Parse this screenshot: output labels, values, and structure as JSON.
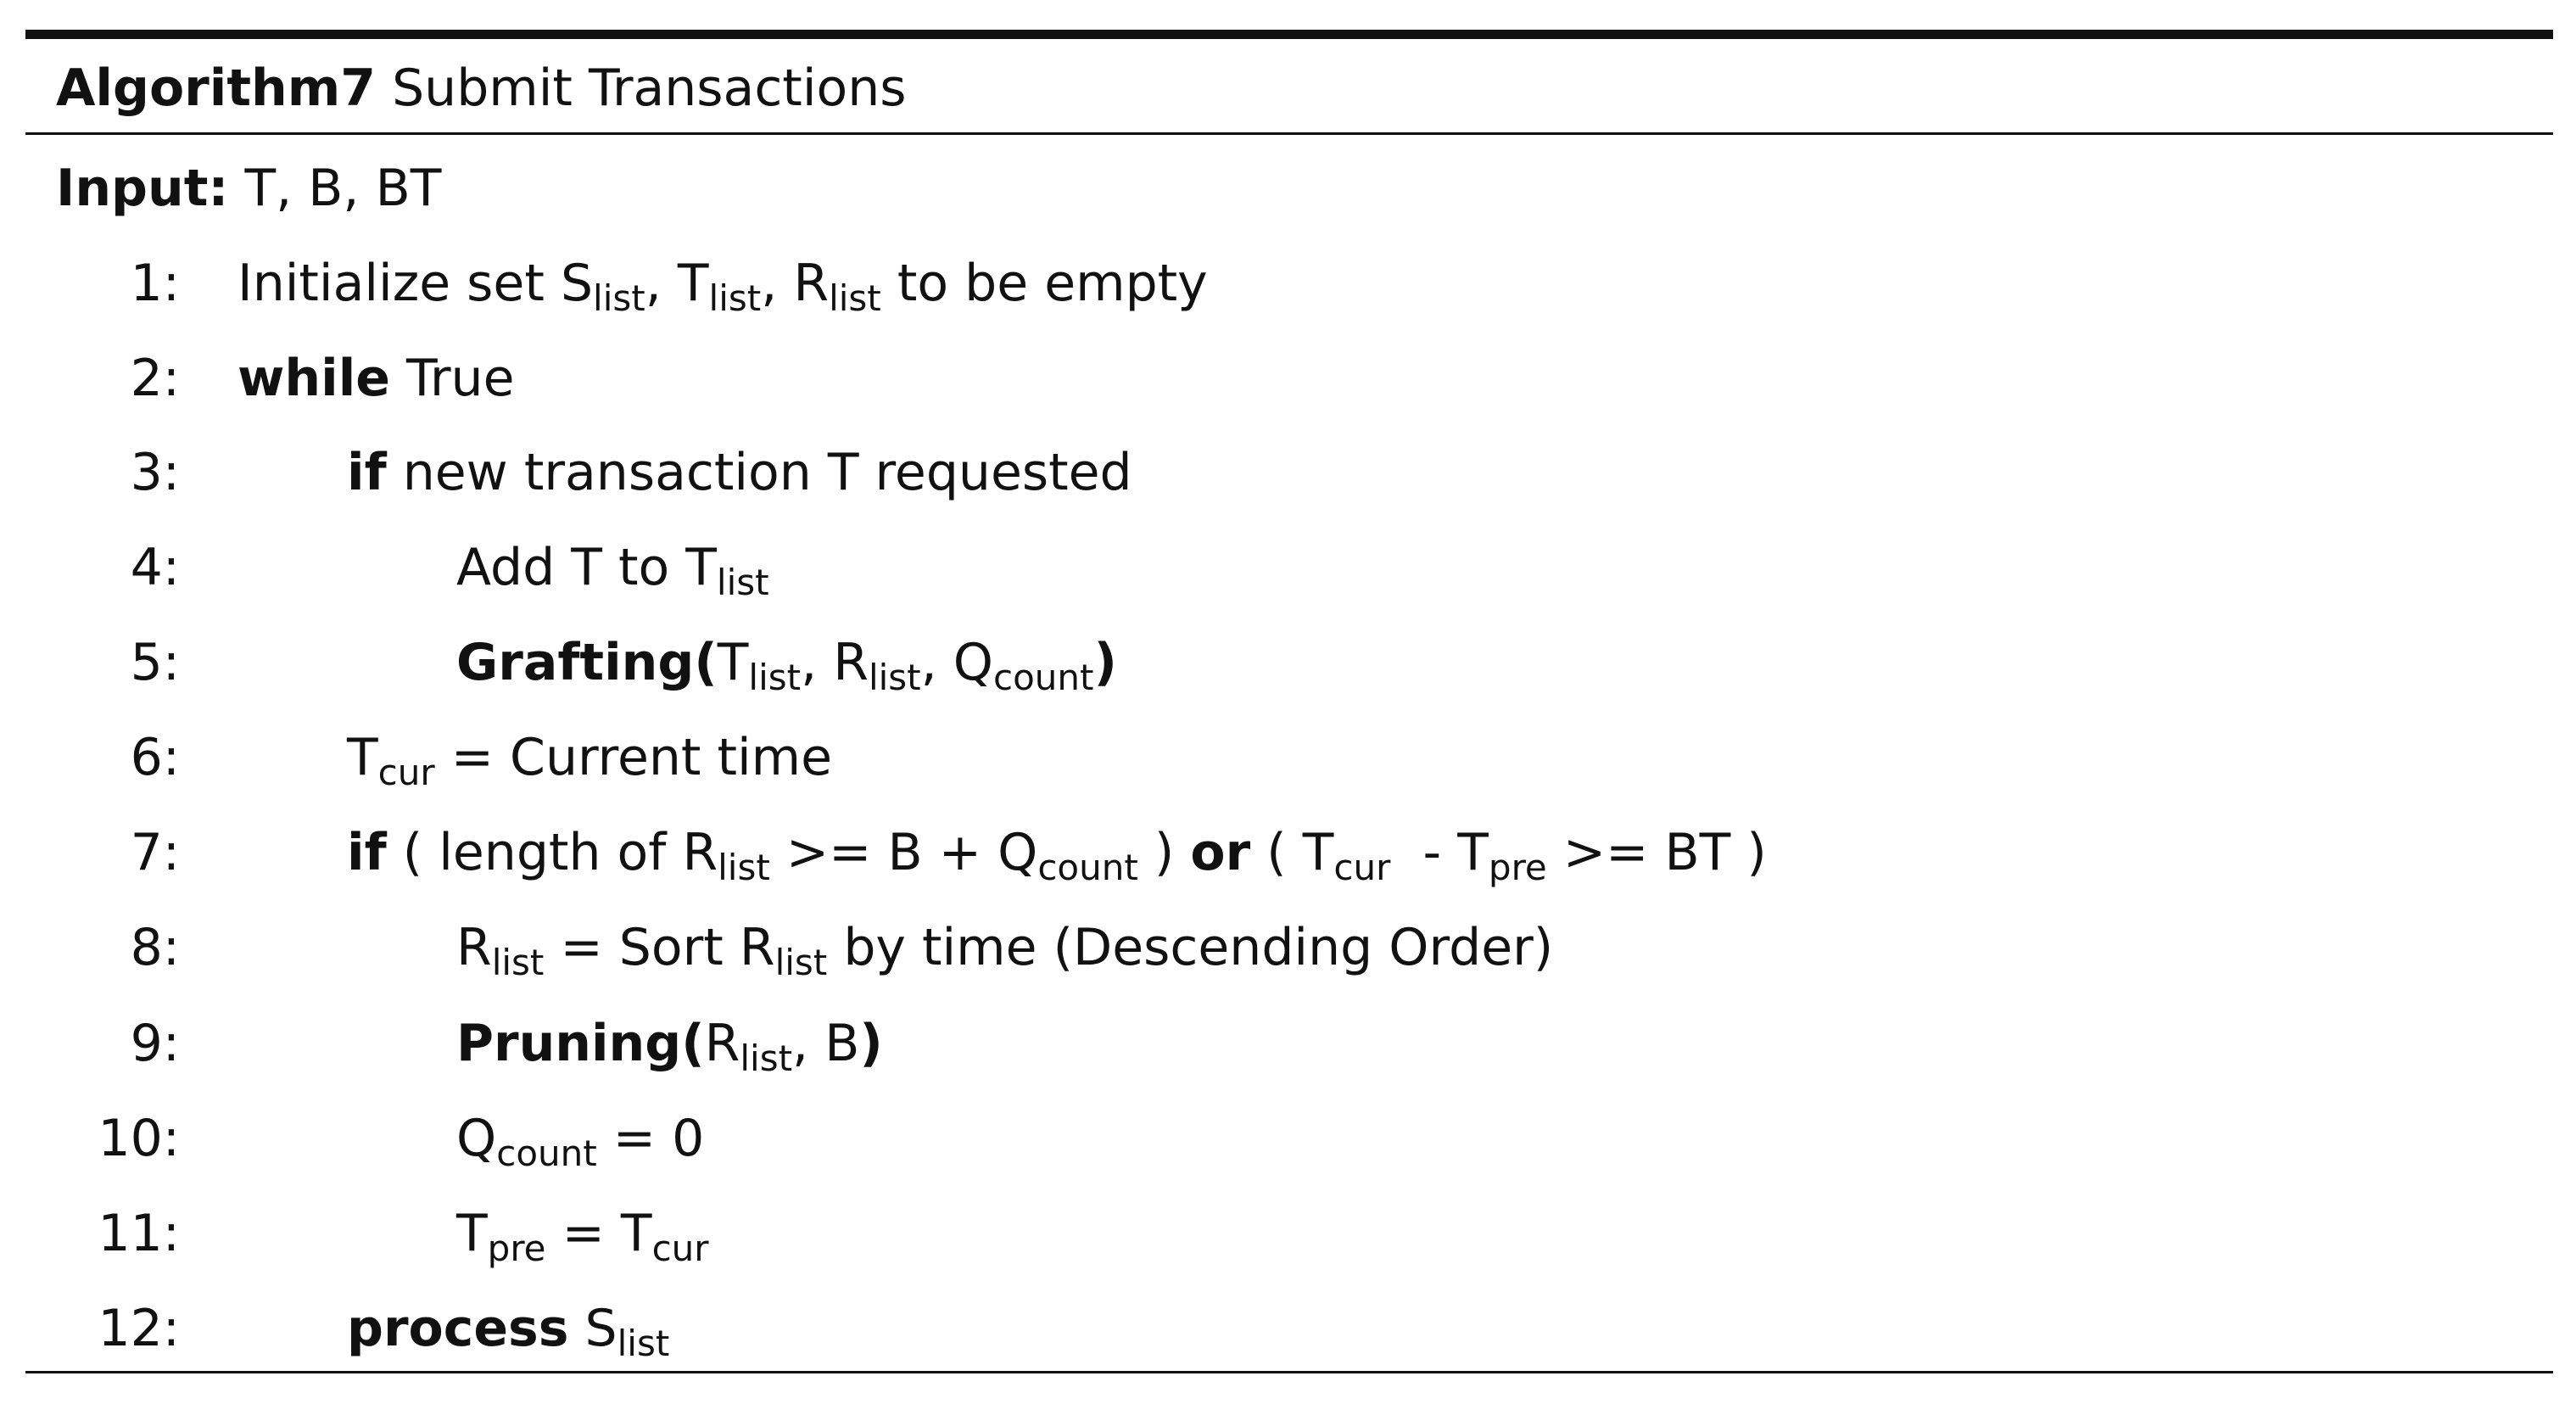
{
  "caption": {
    "label": "Algorithm7",
    "title": "Submit Transactions"
  },
  "input": {
    "label": "Input:",
    "value": "T, B, BT"
  },
  "lines": [
    {
      "num": "1:",
      "t1": "Initialize set S",
      "s1": "list",
      "t2": ", T",
      "s2": "list",
      "t3": ", R",
      "s3": "list",
      "t4": " to be empty"
    },
    {
      "num": "2:",
      "kw": "while",
      "t1": " True"
    },
    {
      "num": "3:",
      "kw": "if",
      "t1": " new transaction T requested"
    },
    {
      "num": "4:",
      "t1": "Add T to T",
      "s1": "list"
    },
    {
      "num": "5:",
      "fn": "Grafting(",
      "t1": "T",
      "s1": "list",
      "t2": ", R",
      "s2": "list",
      "t3": ", Q",
      "s3": "count",
      "fn_close": ")"
    },
    {
      "num": "6:",
      "t1": "T",
      "s1": "cur",
      "t2": " = Current time"
    },
    {
      "num": "7:",
      "kw": "if",
      "t1": " ( length of R",
      "s1": "list",
      "t2": " >= B + Q",
      "s2": "count",
      "t3": " ) ",
      "kw2": "or",
      "t4": " ( T",
      "s4": "cur",
      "t5": "  - T",
      "s5": "pre",
      "t6": " >= BT )"
    },
    {
      "num": "8:",
      "t1": "R",
      "s1": "list",
      "t2": " = Sort R",
      "s2": "list",
      "t3": " by time (Descending Order)"
    },
    {
      "num": "9:",
      "fn": "Pruning(",
      "t1": "R",
      "s1": "list",
      "t2": ", B",
      "fn_close": ")"
    },
    {
      "num": "10:",
      "t1": "Q",
      "s1": "count",
      "t2": " = 0"
    },
    {
      "num": "11:",
      "t1": "T",
      "s1": "pre",
      "t2": " = T",
      "s2": "cur"
    },
    {
      "num": "12:",
      "kw": "process",
      "t1": " S",
      "s1": "list"
    }
  ]
}
